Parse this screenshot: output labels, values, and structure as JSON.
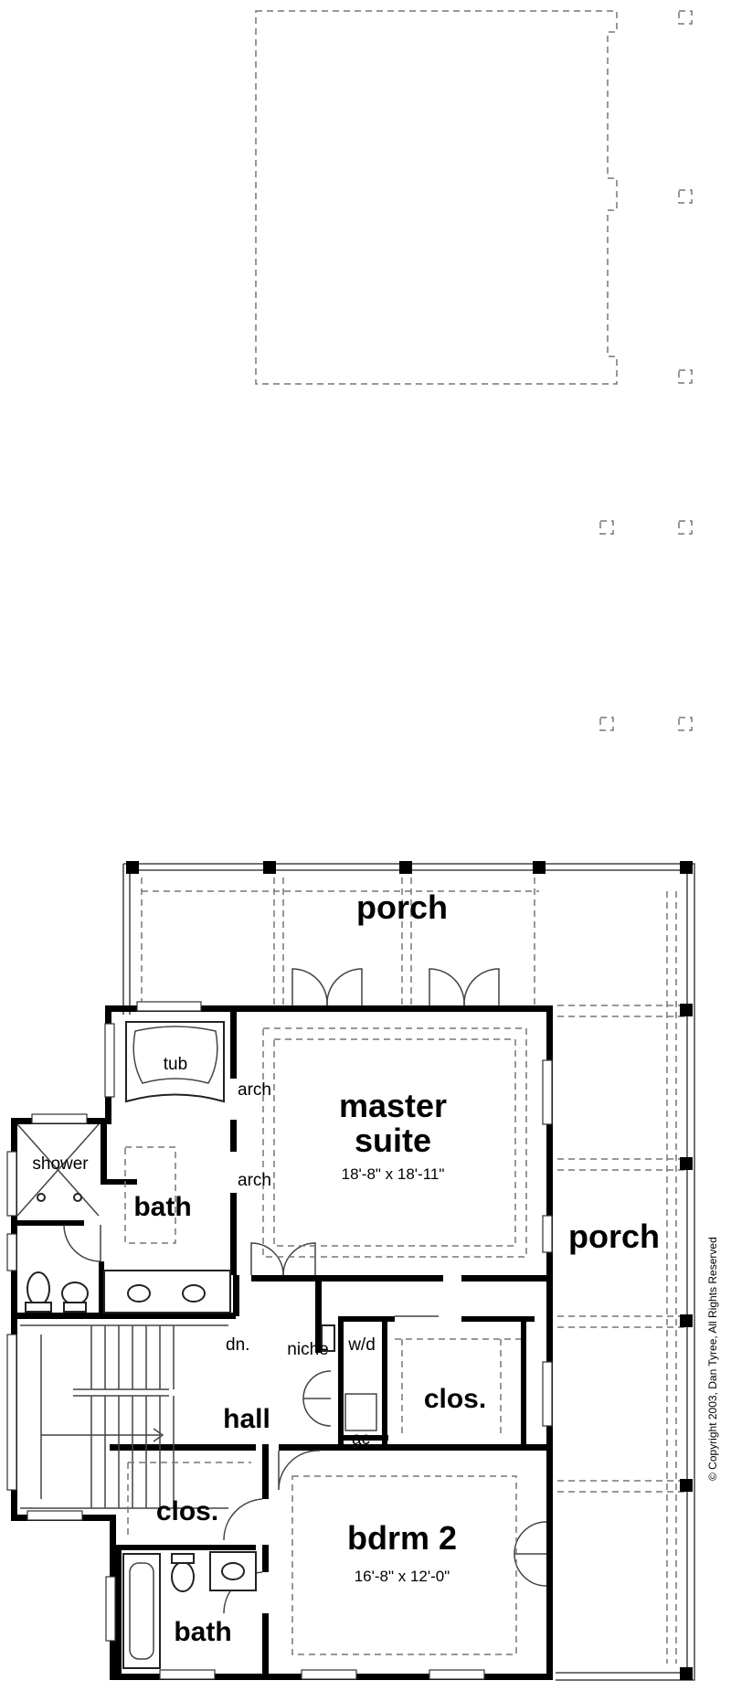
{
  "rooms": {
    "porch_top": "porch",
    "porch_right": "porch",
    "master_line1": "master",
    "master_line2": "suite",
    "master_dims": "18'-8\" x 18'-11\"",
    "tub": "tub",
    "shower": "shower",
    "master_bath": "bath",
    "arch_upper": "arch",
    "arch_lower": "arch",
    "dn": "dn.",
    "niche": "niche",
    "wd": "w/d",
    "clos_master": "clos.",
    "hall": "hall",
    "ac": "ac",
    "clos_bdrm2": "clos.",
    "bdrm2": "bdrm 2",
    "bdrm2_dims": "16'-8\" x 12'-0\"",
    "bath2": "bath"
  },
  "copyright": "© Copyright 2003, Dan Tyree, All Rights Reserved"
}
